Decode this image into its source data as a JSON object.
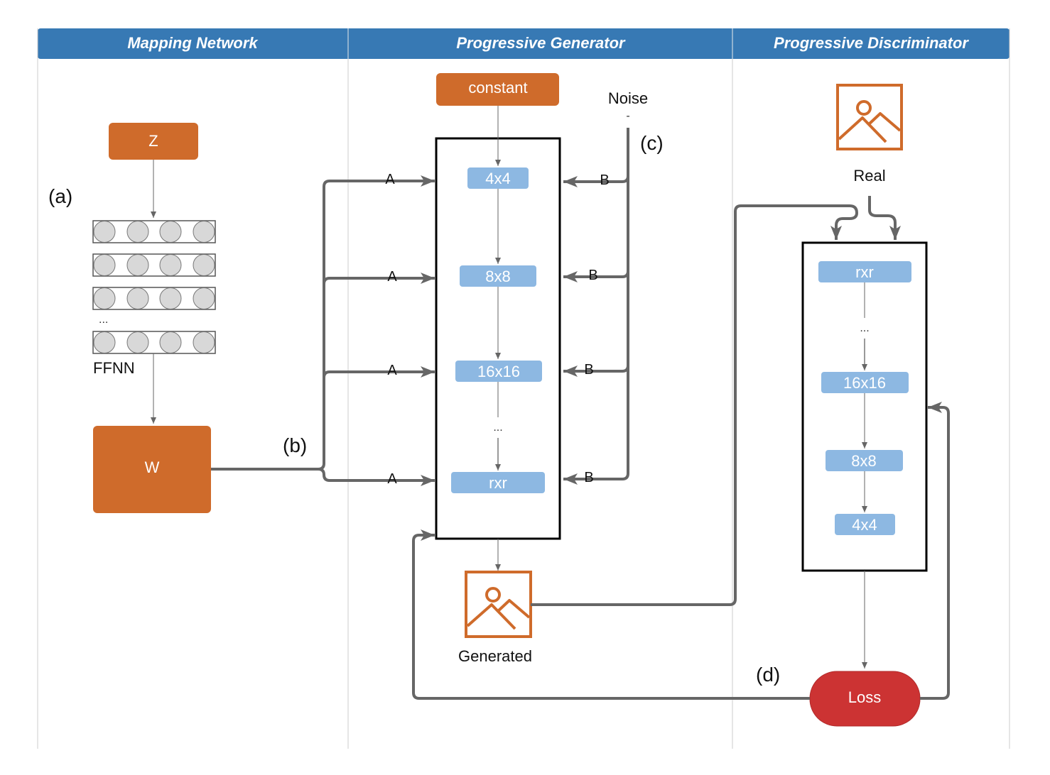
{
  "lanes": [
    {
      "title": "Mapping Network"
    },
    {
      "title": "Progressive Generator"
    },
    {
      "title": "Progressive Discriminator"
    }
  ],
  "mapping": {
    "z_label": "Z",
    "w_label": "W",
    "ffnn_label": "FFNN",
    "layer_ellipsis": "...",
    "marker_a": "(a)",
    "marker_b": "(b)"
  },
  "generator": {
    "constant_label": "constant",
    "noise_label": "Noise",
    "noise_tick": "-",
    "marker_c": "(c)",
    "blocks": [
      "4x4",
      "8x8",
      "16x16",
      "rxr"
    ],
    "ellipsis": "...",
    "style_input_label": "A",
    "noise_input_label": "B",
    "output_label": "Generated"
  },
  "discriminator": {
    "real_label": "Real",
    "blocks": [
      "rxr",
      "16x16",
      "8x8",
      "4x4"
    ],
    "ellipsis": "...",
    "loss_label": "Loss",
    "marker_d": "(d)"
  },
  "colors": {
    "header": "#3779b4",
    "orange": "#cf6b2b",
    "blue_block": "#8db8e2",
    "loss_red": "#cc3333",
    "arrow_gray": "#666666",
    "neuron_fill": "#d8d8d8"
  }
}
